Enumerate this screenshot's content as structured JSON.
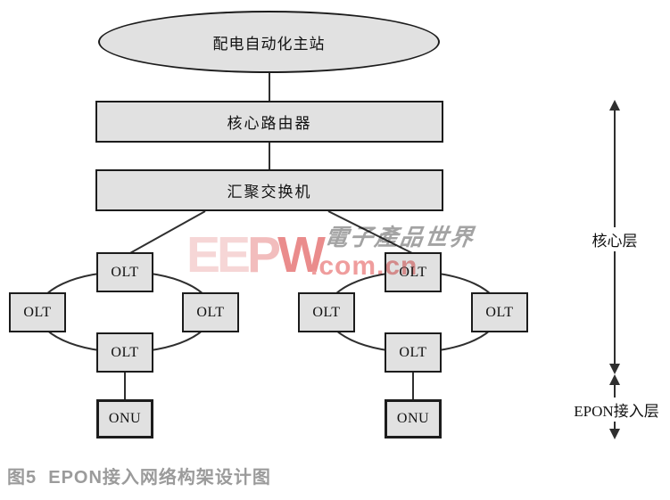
{
  "figure": {
    "caption": "图5  EPON接入网络构架设计图"
  },
  "diagram": {
    "nodes": {
      "master_station": "配电自动化主站",
      "core_router": "核心路由器",
      "agg_switch": "汇聚交换机",
      "olt": "OLT",
      "onu": "ONU"
    },
    "layer_labels": {
      "core": "核心层",
      "epon": "EPON接入层"
    }
  },
  "watermark": {
    "logo_ee": "EE",
    "logo_p": "P",
    "logo_w": "W",
    "cjk_text": "電子產品世界",
    "domain_text": ".com.cn"
  },
  "colors": {
    "line": "#2f2f2f",
    "node_fill": "#e1e1e1",
    "node_border": "#1c1c1c",
    "label_text": "#111111",
    "caption_text": "#9b9b9b",
    "wm_pale": "#f6d6d6",
    "wm_mid": "#f2bdbd",
    "wm_strong": "#ea8c8c",
    "wm_gray": "#a3a3a3",
    "wm_domain": "#ef9d9d"
  }
}
